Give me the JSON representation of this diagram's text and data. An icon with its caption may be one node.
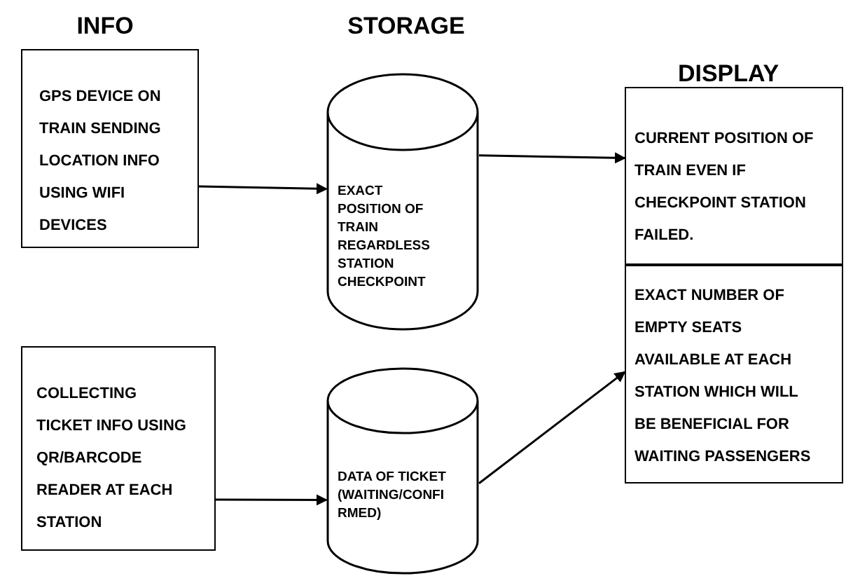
{
  "diagram": {
    "nodes": [
      {
        "text": [
          "GPS DEVICE ON TRAIN SENDING LOCATION INFO USING WIFI DEVICES"
        ]
      },
      {
        "text": [
          "EXACT POSITION OF TRAIN REGARDLESS STATION CHECKPOINT"
        ]
      },
      {
        "text": [
          "CURRENT POSITION OF TRAIN EVEN IF CHECKPOINT STATION FAILED."
        ]
      },
      {
        "text": [
          "EXACT NUMBER OF EMPTY SEATS AVAILABLE AT EACH STATION WHICH WILL BE BENEFICIAL FOR WAITING PASSENGERS"
        ]
      },
      {
        "text": [
          "COLLECTING TICKET INFO USING QR/BARCODE READER AT EACH STATION"
        ]
      },
      {
        "text": [
          "DATA OF TICKET (WAITING/CONFIRMED)"
        ]
      }
    ],
    "edges": [
      {
        "from": 0,
        "to": 1,
        "arrow": "to"
      },
      {
        "from": 1,
        "to": 2,
        "arrow": "to"
      },
      {
        "from": 4,
        "to": 5,
        "arrow": "to"
      },
      {
        "from": 5,
        "to": 3,
        "arrow": "to"
      }
    ],
    "labels": [
      "INFO",
      "STORAGE",
      "DISPLAY"
    ]
  }
}
